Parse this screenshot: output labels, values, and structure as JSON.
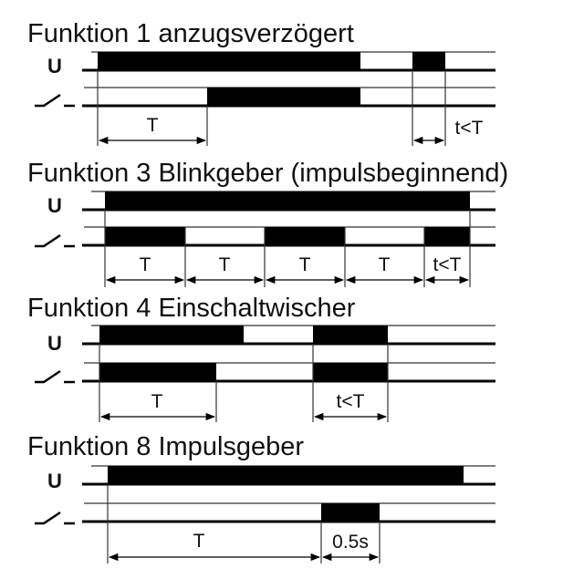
{
  "labels": {
    "u": "U"
  },
  "icons": {
    "relay_contact": "relay-contact-icon"
  },
  "colors": {
    "ink": "#000000",
    "background": "#ffffff"
  },
  "sections": [
    {
      "title": "Funktion 1 anzugsverzögert",
      "dims": [
        "T",
        "t<T"
      ]
    },
    {
      "title": "Funktion 3 Blinkgeber (impulsbeginnend)",
      "dims": [
        "T",
        "T",
        "T",
        "T",
        "t<T"
      ]
    },
    {
      "title": "Funktion 4 Einschaltwischer",
      "dims": [
        "T",
        "t<T"
      ]
    },
    {
      "title": "Funktion 8 Impulsgeber",
      "dims": [
        "T",
        "0.5s"
      ]
    }
  ]
}
